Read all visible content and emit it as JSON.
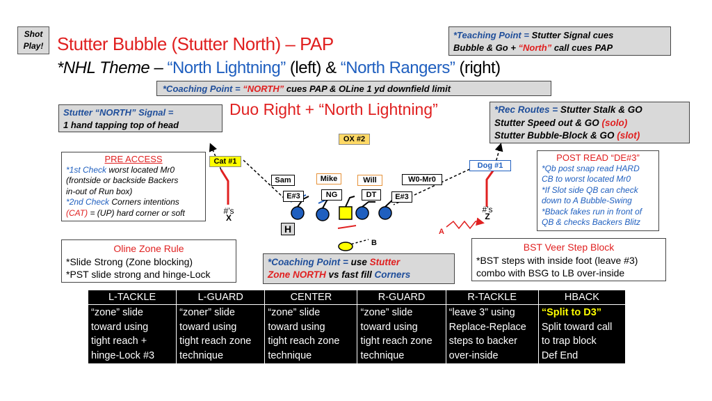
{
  "header": {
    "shot_play": [
      "Shot",
      "Play!"
    ],
    "title": "Stutter Bubble (Stutter North) – PAP",
    "theme_prefix": "*NHL Theme – ",
    "theme_left": "“North Lightning”",
    "theme_left_suffix": " (left) & ",
    "theme_right": "“North Rangers”",
    "theme_right_suffix": " (right)"
  },
  "teaching_point": {
    "line1_label": "*Teaching Point = ",
    "line1_text": "Stutter Signal cues",
    "line2_a": "Bubble & Go + ",
    "line2_b": "“North”",
    "line2_c": " call cues PAP"
  },
  "coaching_point_top": {
    "a": "*Coaching Point = ",
    "b": "“NORTH”",
    "c": " cues  PAP & OLine 1 yd downfield limit"
  },
  "signal_box": {
    "line1": "Stutter “NORTH”  Signal =",
    "line2": "1 hand tapping top of head"
  },
  "formation_title": "Duo Right + “North Lightning”",
  "rec_routes": {
    "label": "*Rec Routes = ",
    "l1": "Stutter Stalk & GO",
    "l2a": "Stutter Speed out & GO ",
    "l2b": "(solo)",
    "l3a": "Stutter Bubble-Block & GO ",
    "l3b": "(slot)"
  },
  "pre_access": {
    "title": "PRE ACCESS",
    "l1a": "*1st Check",
    "l1b": " worst located Mr0",
    "l2": "(frontside or backside Backers",
    "l3": "in-out of Run box)",
    "l4a": "*2nd Check",
    "l4b": " Corners intentions",
    "l5a": "(CAT)",
    "l5b": " = (UP) hard corner or soft"
  },
  "post_read": {
    "title": "POST READ “DE#3”",
    "l1": "*Qb post snap read HARD",
    "l2": "CB to worst located Mr0",
    "l3": "*If Slot side QB can check",
    "l4": "down to A Bubble-Swing",
    "l5": "*Bback fakes run in front of",
    "l6": "QB & checks Backers Blitz"
  },
  "oline_rule": {
    "title": "Oline Zone Rule",
    "l1": "*Slide Strong (Zone blocking)",
    "l2": "*PST slide strong and hinge-Lock"
  },
  "coaching_point_bottom": {
    "a": "*Coaching Point = ",
    "b": "use ",
    "c": "Stutter",
    "d": "Zone NORTH",
    "e": " vs fast fill ",
    "f": "Corners"
  },
  "bst_veer": {
    "title": "BST Veer Step Block",
    "l1": "*BST steps with inside foot (leave #3)",
    "l2": "combo with BSG to LB over-inside"
  },
  "diagram": {
    "ox2": "OX #2",
    "cat1": "Cat #1",
    "dog1": "Dog #1",
    "sam": "Sam",
    "mike": "Mike",
    "will": "Will",
    "w0": "W0-Mr0",
    "e3_left": "E#3",
    "ng": "NG",
    "dt": "DT",
    "e3_right": "E#3",
    "h": "H",
    "a": "A",
    "b": "B",
    "hash_left": "#’s",
    "hash_right": "#’s",
    "x_left": "X",
    "z_right": "Z"
  },
  "table": {
    "headers": [
      "L-TACKLE",
      "L-GUARD",
      "CENTER",
      "R-GUARD",
      "R-TACKLE",
      "HBACK"
    ],
    "rows": [
      [
        "“zone” slide",
        "“zoner” slide",
        "“zone” slide",
        "“zone” slide",
        "“leave 3” using",
        "“Split to D3”"
      ],
      [
        "toward using",
        "toward using",
        "toward using",
        "toward using",
        "Replace-Replace",
        "Split toward call"
      ],
      [
        "tight reach +",
        "tight reach zone",
        "tight reach zone",
        "tight reach zone",
        "steps to backer",
        "to trap block"
      ],
      [
        "hinge-Lock #3",
        "technique",
        "technique",
        "technique",
        "over-inside",
        "Def End"
      ]
    ]
  },
  "colors": {
    "title_red": "#e02020",
    "blue": "#1f5fbf",
    "yellow": "#ffff00",
    "gray": "#d9d9d9",
    "table_bg": "#000000"
  }
}
